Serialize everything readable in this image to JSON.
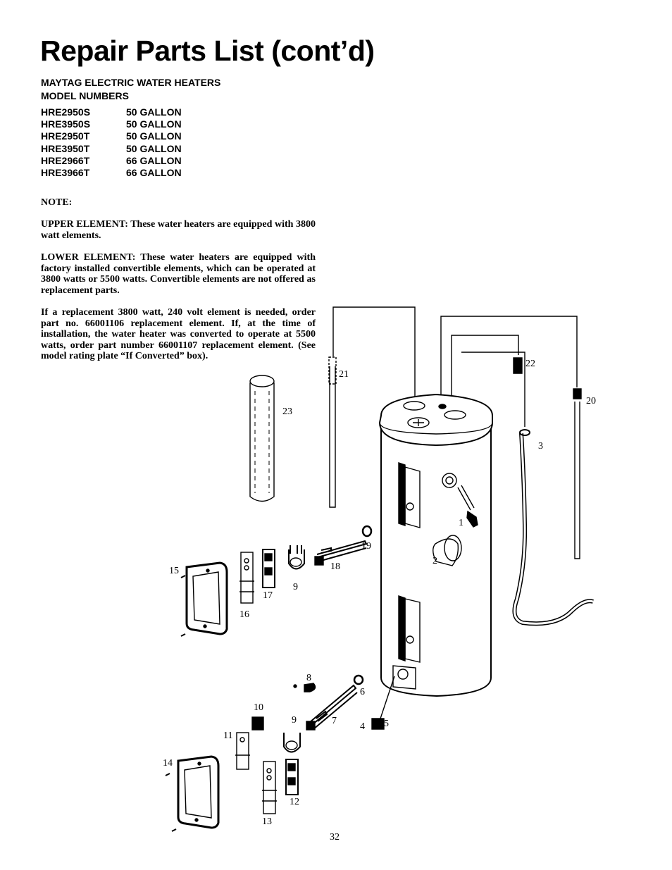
{
  "page": {
    "title": "Repair Parts List (cont’d)",
    "subtitle_line1": "MAYTAG ELECTRIC WATER HEATERS",
    "subtitle_line2": "MODEL NUMBERS",
    "page_number": "32"
  },
  "models": [
    {
      "model": "HRE2950S",
      "capacity": "50 GALLON"
    },
    {
      "model": "HRE3950S",
      "capacity": "50 GALLON"
    },
    {
      "model": "HRE2950T",
      "capacity": "50 GALLON"
    },
    {
      "model": "HRE3950T",
      "capacity": "50 GALLON"
    },
    {
      "model": "HRE2966T",
      "capacity": "66 GALLON"
    },
    {
      "model": "HRE3966T",
      "capacity": "66 GALLON"
    }
  ],
  "notes": {
    "heading": "NOTE:",
    "upper": "UPPER ELEMENT: These water heaters are equipped with 3800 watt elements.",
    "lower": "LOWER ELEMENT: These water heaters are equipped with factory installed convertible elements, which can be operated at 3800 watts or 5500 watts. Convertible elements are not offered as replacement parts.",
    "replacement": "If a replacement 3800 watt, 240 volt element is needed, order part no. 66001106 replacement element. If, at the time of installation, the water heater was converted to operate at 5500 watts, order part number 66001107 replacement element. (See model rating plate “If Converted” box)."
  },
  "diagram": {
    "callouts": {
      "c1": "1",
      "c2": "2",
      "c3": "3",
      "c4": "4",
      "c5": "5",
      "c6": "6",
      "c7": "7",
      "c8": "8",
      "c9a": "9",
      "c9b": "9",
      "c10": "10",
      "c11": "11",
      "c12": "12",
      "c13": "13",
      "c14": "14",
      "c15": "15",
      "c16": "16",
      "c17": "17",
      "c18": "18",
      "c19": "19",
      "c20": "20",
      "c21": "21",
      "c22": "22",
      "c23": "23"
    }
  }
}
